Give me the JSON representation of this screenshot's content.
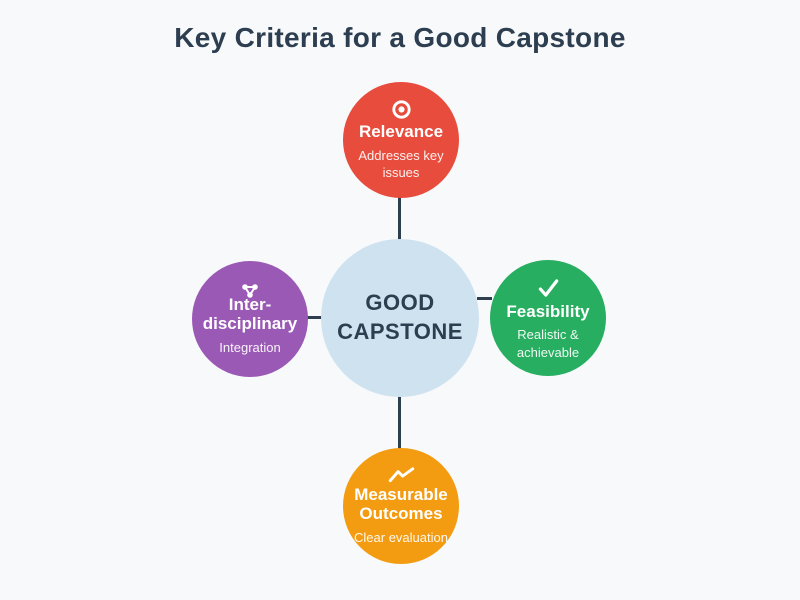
{
  "title": "Key Criteria for a Good Capstone",
  "center": {
    "label": "GOOD CAPSTONE",
    "color": "#cfe2f0",
    "text_color": "#2c3e50"
  },
  "nodes": [
    {
      "id": "relevance",
      "position": "top",
      "heading": "Relevance",
      "subtitle": "Addresses key issues",
      "icon": "target-icon",
      "color": "#e74c3c"
    },
    {
      "id": "feasibility",
      "position": "right",
      "heading": "Feasibility",
      "subtitle": "Realistic & achievable",
      "icon": "check-icon",
      "color": "#27ae60"
    },
    {
      "id": "measurable-outcomes",
      "position": "bottom",
      "heading": "Measurable Outcomes",
      "subtitle": "Clear evaluation",
      "icon": "trend-line-icon",
      "color": "#f39c12"
    },
    {
      "id": "interdisciplinary",
      "position": "left",
      "heading": "Inter-disciplinary",
      "subtitle": "Integration",
      "icon": "network-icon",
      "color": "#9b59b6"
    }
  ],
  "colors": {
    "background": "#f7f9fb",
    "connector": "#2c3e50",
    "title_text": "#2c3e50"
  }
}
